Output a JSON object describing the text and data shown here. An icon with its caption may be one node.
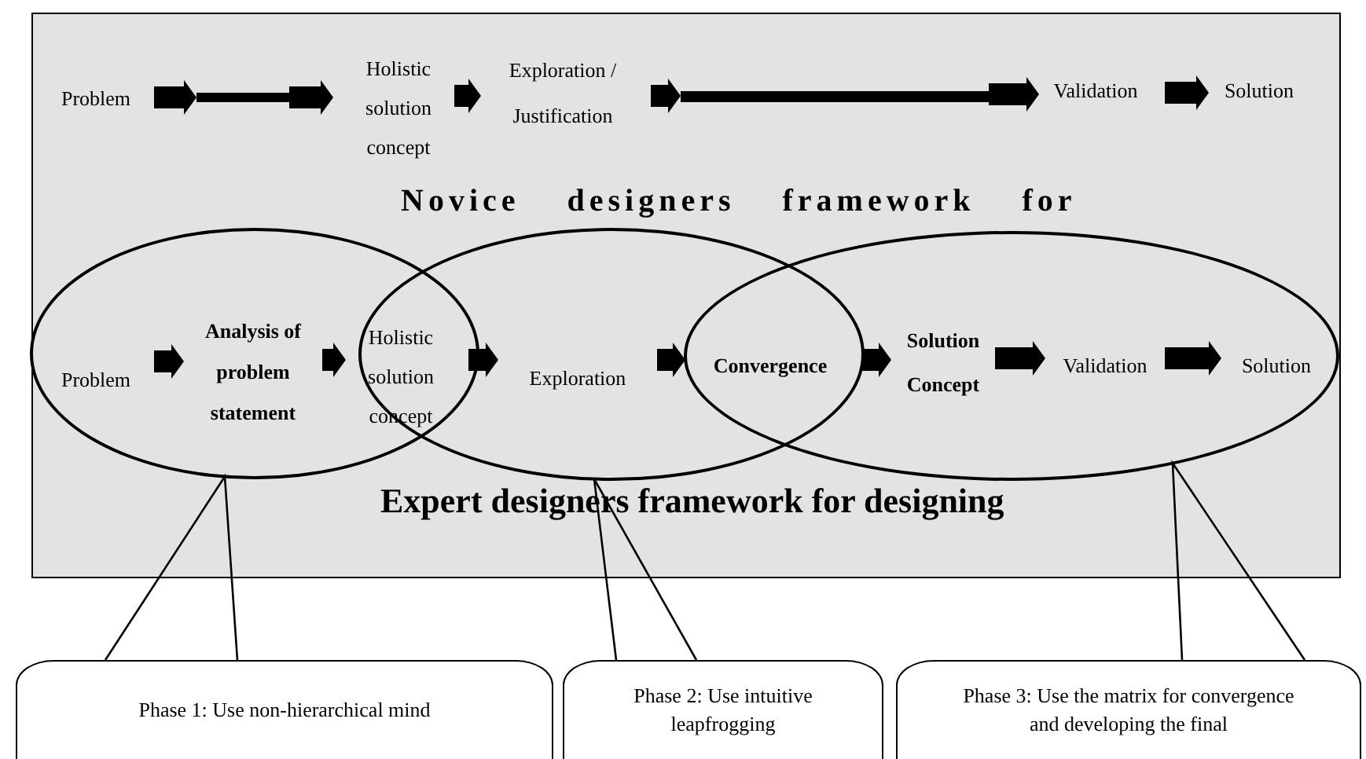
{
  "diagram": {
    "nodes": [
      {
        "text": [
          "Problem"
        ]
      },
      {
        "text": [],
        "shape": "bar"
      },
      {
        "text": [
          "Holistic solution concept"
        ]
      },
      {
        "text": [
          "Exploration / Justification"
        ]
      },
      {
        "text": [],
        "shape": "bar"
      },
      {
        "text": [
          "Validation"
        ]
      },
      {
        "text": [
          "Solution"
        ]
      },
      {
        "text": [],
        "shape": "ellipse"
      },
      {
        "text": [],
        "shape": "ellipse"
      },
      {
        "text": [],
        "shape": "ellipse"
      },
      {
        "text": [
          "Problem"
        ],
        "in": 7
      },
      {
        "text": [
          "Analysis of problem statement"
        ],
        "in": 7
      },
      {
        "text": [
          "Holistic solution concept"
        ]
      },
      {
        "text": [
          "Exploration"
        ],
        "in": 8
      },
      {
        "text": [
          "Convergence"
        ]
      },
      {
        "text": [
          "Solution Concept"
        ],
        "in": 9
      },
      {
        "text": [
          "Validation"
        ],
        "in": 9
      },
      {
        "text": [
          "Solution"
        ],
        "in": 9
      },
      {
        "text": [
          "Phase 1: Use non-hierarchical mind"
        ]
      },
      {
        "text": [
          "Phase 2: Use intuitive leapfrogging"
        ]
      },
      {
        "text": [
          "Phase 3: Use the matrix for convergence and developing the final"
        ]
      }
    ],
    "edges": [
      {
        "from": 0,
        "to": 1,
        "arrow": "to"
      },
      {
        "from": 1,
        "to": 2,
        "arrow": "to"
      },
      {
        "from": 2,
        "to": 3,
        "arrow": "to"
      },
      {
        "from": 3,
        "to": 4,
        "arrow": "to"
      },
      {
        "from": 4,
        "to": 5,
        "arrow": "to"
      },
      {
        "from": 5,
        "to": 6,
        "arrow": "to"
      },
      {
        "from": 10,
        "to": 11,
        "arrow": "to"
      },
      {
        "from": 11,
        "to": 12,
        "arrow": "to"
      },
      {
        "from": 12,
        "to": 13,
        "arrow": "to"
      },
      {
        "from": 13,
        "to": 14,
        "arrow": "to"
      },
      {
        "from": 14,
        "to": 15,
        "arrow": "to"
      },
      {
        "from": 15,
        "to": 16,
        "arrow": "to"
      },
      {
        "from": 16,
        "to": 17,
        "arrow": "to"
      },
      {
        "from": 18,
        "to": 7,
        "arrow": "none"
      },
      {
        "from": 19,
        "to": 8,
        "arrow": "none"
      },
      {
        "from": 20,
        "to": 9,
        "arrow": "none"
      }
    ],
    "labels": [
      "Novice designers framework for",
      "Expert designers framework for designing"
    ]
  }
}
